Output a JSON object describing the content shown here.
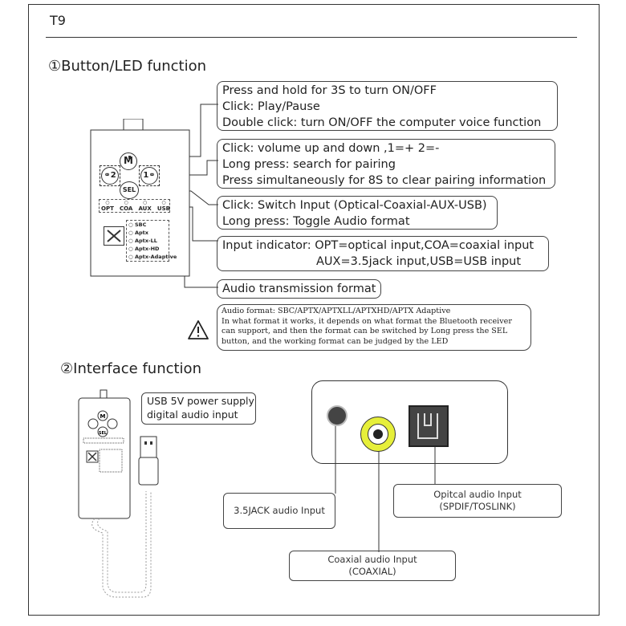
{
  "model": "T9",
  "section1": {
    "title": "①Button/LED function"
  },
  "device": {
    "btn_m": "M",
    "btn_left": "2",
    "btn_right": "1",
    "btn_sel": "SEL",
    "inputs": [
      "OPT",
      "COA",
      "AUX",
      "USB"
    ],
    "formats": [
      "SBC",
      "Aptx",
      "Aptx-LL",
      "Aptx-HD",
      "Aptx-Adaptive"
    ]
  },
  "callouts": {
    "m_button": [
      "Press and hold for 3S to turn ON/OFF",
      "Click: Play/Pause",
      "Double click: turn ON/OFF the computer voice function"
    ],
    "volume": [
      "Click: volume up and down ,1=+  2=-",
      "Long press: search for pairing",
      "Press simultaneously for 8S to clear pairing information"
    ],
    "sel_button": [
      "Click: Switch Input (Optical-Coaxial-AUX-USB)",
      "Long press: Toggle Audio format"
    ],
    "input_indicator": [
      "Input indicator: OPT=optical input,COA=coaxial input",
      "AUX=3.5jack input,USB=USB input"
    ],
    "audio_format": "Audio transmission format"
  },
  "warning_note": [
    "Audio format: SBC/APTX/APTXLL/APTXHD/APTX Adaptive",
    "In what format it works, it depends on what format the Bluetooth receiver",
    "can support, and then the format can be switched by Long press the SEL",
    "button, and the working format can be judged by the  LED"
  ],
  "section2": {
    "title": "②Interface function"
  },
  "usb_label": [
    "USB 5V power supply",
    "digital audio input"
  ],
  "ports": {
    "jack": "3.5JACK audio Input",
    "coax": [
      "Coaxial audio Input",
      "(COAXIAL)"
    ],
    "optical": [
      "Opitcal audio Input",
      "(SPDIF/TOSLINK)"
    ]
  },
  "colors": {
    "coax_ring": "#e6ef3a",
    "line": "#333333"
  }
}
